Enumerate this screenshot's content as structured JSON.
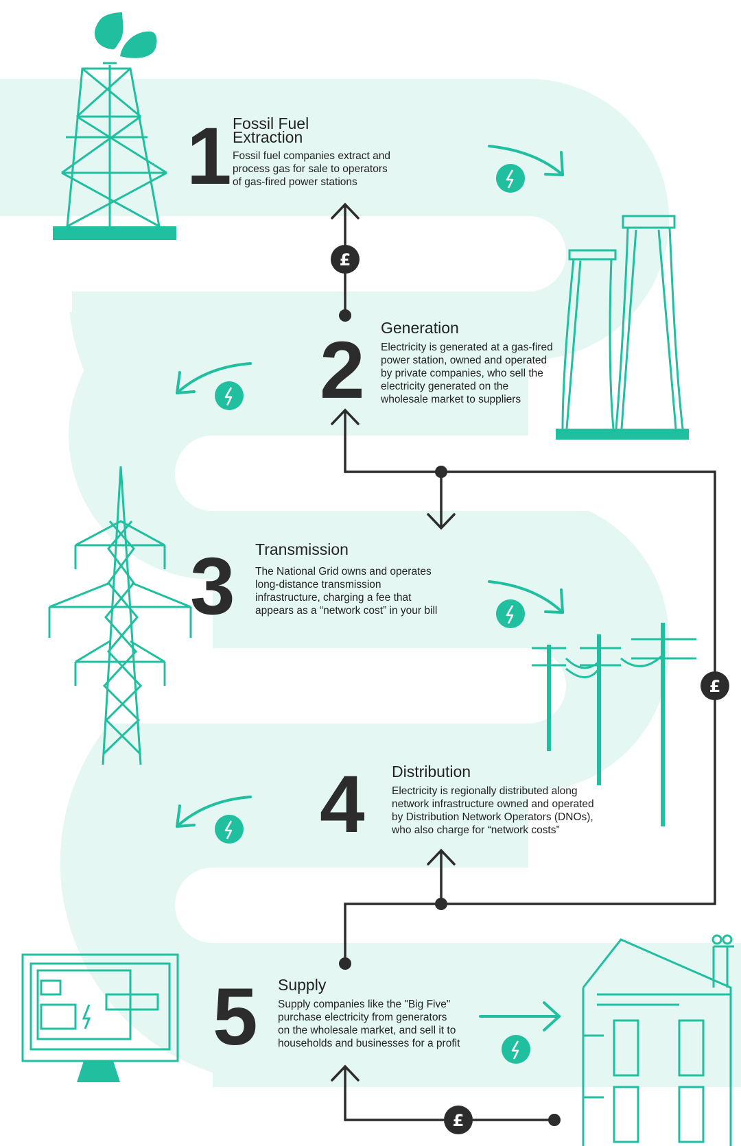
{
  "colors": {
    "teal": "#20bfa0",
    "band": "#e5f7f2",
    "dark": "#2c2c2c",
    "background": "#ffffff"
  },
  "icons": {
    "lightning": "lightning-bolt-icon",
    "money": "pound-sign-icon"
  },
  "money_symbol": "£",
  "stages": [
    {
      "number": "1",
      "title_lines": [
        "Fossil Fuel",
        "Extraction"
      ],
      "body_lines": [
        "Fossil fuel companies extract and",
        "process gas for sale to operators",
        "of gas-fired power stations"
      ]
    },
    {
      "number": "2",
      "title_lines": [
        "Generation"
      ],
      "body_lines": [
        "Electricity is generated at a gas-fired",
        "power station, owned and operated",
        "by private companies, who sell the",
        "electricity generated on the",
        "wholesale market to suppliers"
      ]
    },
    {
      "number": "3",
      "title_lines": [
        "Transmission"
      ],
      "body_lines": [
        "The National Grid owns and operates",
        "long-distance transmission",
        "infrastructure, charging a fee that",
        "appears as a “network cost” in your bill"
      ]
    },
    {
      "number": "4",
      "title_lines": [
        "Distribution"
      ],
      "body_lines": [
        "Electricity is regionally distributed along",
        "network infrastructure owned and operated",
        "by Distribution Network Operators (DNOs),",
        "who also charge for “network costs”"
      ]
    },
    {
      "number": "5",
      "title_lines": [
        "Supply"
      ],
      "body_lines": [
        "Supply companies like the \"Big Five\"",
        "purchase electricity from generators",
        "on the wholesale market, and sell it to",
        "households and businesses for a profit"
      ]
    }
  ]
}
